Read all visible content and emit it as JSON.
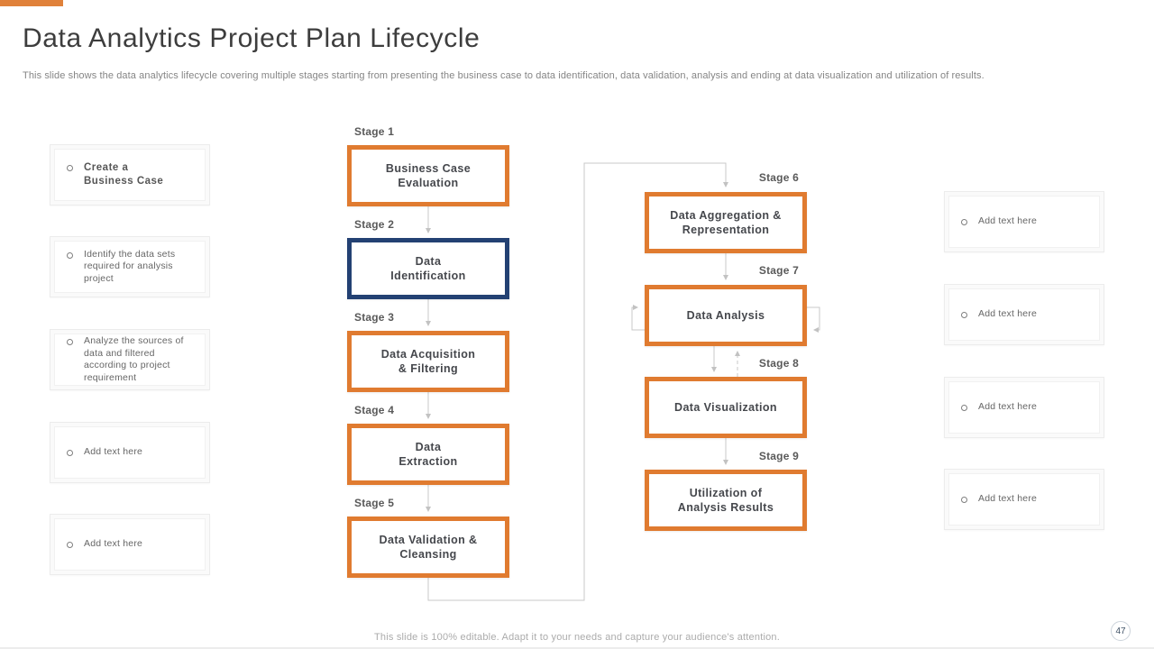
{
  "slide": {
    "title": "Data Analytics Project Plan Lifecycle",
    "subtitle": "This slide shows the data analytics lifecycle covering multiple stages starting from presenting the business case to data identification, data validation, analysis and ending at data visualization and utilization of results.",
    "footer": "This slide is 100% editable. Adapt it to your needs and capture your audience's attention.",
    "page_number": "47"
  },
  "colors": {
    "accent_orange": "#e07b30",
    "accent_navy": "#234173",
    "topbar_navy": "#2c4777",
    "topbar_orange": "#e0813a",
    "arrow_gray": "#c9c9c9",
    "text_dark": "#45474c",
    "text_gray": "#858585"
  },
  "left_notes": [
    {
      "text": "Create a\nBusiness Case",
      "bullet": "o"
    },
    {
      "text": "Identify the data sets required for analysis project",
      "bullet": "o"
    },
    {
      "text": "Analyze the sources of data and filtered according to project requirement",
      "bullet": "o"
    },
    {
      "text": "Add text here",
      "bullet": "o"
    },
    {
      "text": "Add text here",
      "bullet": "o"
    }
  ],
  "stages": [
    {
      "label": "Stage 1",
      "title": "Business Case\nEvaluation"
    },
    {
      "label": "Stage 2",
      "title": "Data\nIdentification"
    },
    {
      "label": "Stage 3",
      "title": "Data Acquisition\n& Filtering"
    },
    {
      "label": "Stage 4",
      "title": "Data\nExtraction"
    },
    {
      "label": "Stage 5",
      "title": "Data Validation &\nCleansing"
    },
    {
      "label": "Stage 6",
      "title": "Data Aggregation &\nRepresentation"
    },
    {
      "label": "Stage 7",
      "title": "Data Analysis"
    },
    {
      "label": "Stage 8",
      "title": "Data Visualization"
    },
    {
      "label": "Stage 9",
      "title": "Utilization of\nAnalysis Results"
    }
  ],
  "right_notes": [
    {
      "text": "Add text here",
      "bullet": "o"
    },
    {
      "text": "Add text here",
      "bullet": "o"
    },
    {
      "text": "Add text here",
      "bullet": "o"
    },
    {
      "text": "Add text here",
      "bullet": "o"
    }
  ]
}
